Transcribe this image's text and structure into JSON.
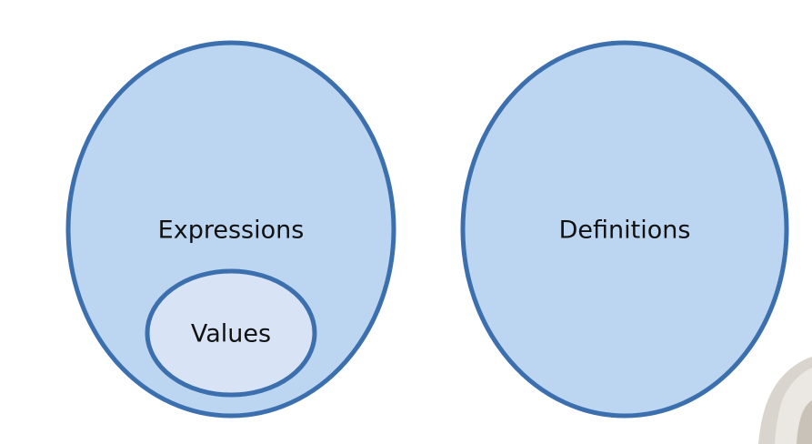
{
  "diagram": {
    "sets": [
      {
        "id": "expressions",
        "label": "Expressions"
      },
      {
        "id": "values",
        "label": "Values",
        "subset_of": "expressions"
      },
      {
        "id": "definitions",
        "label": "Definitions"
      }
    ]
  },
  "colors": {
    "outer_fill": "#bcd5f1",
    "inner_fill": "#d8e4f5",
    "stroke": "#3c6fae",
    "text": "#111111"
  }
}
